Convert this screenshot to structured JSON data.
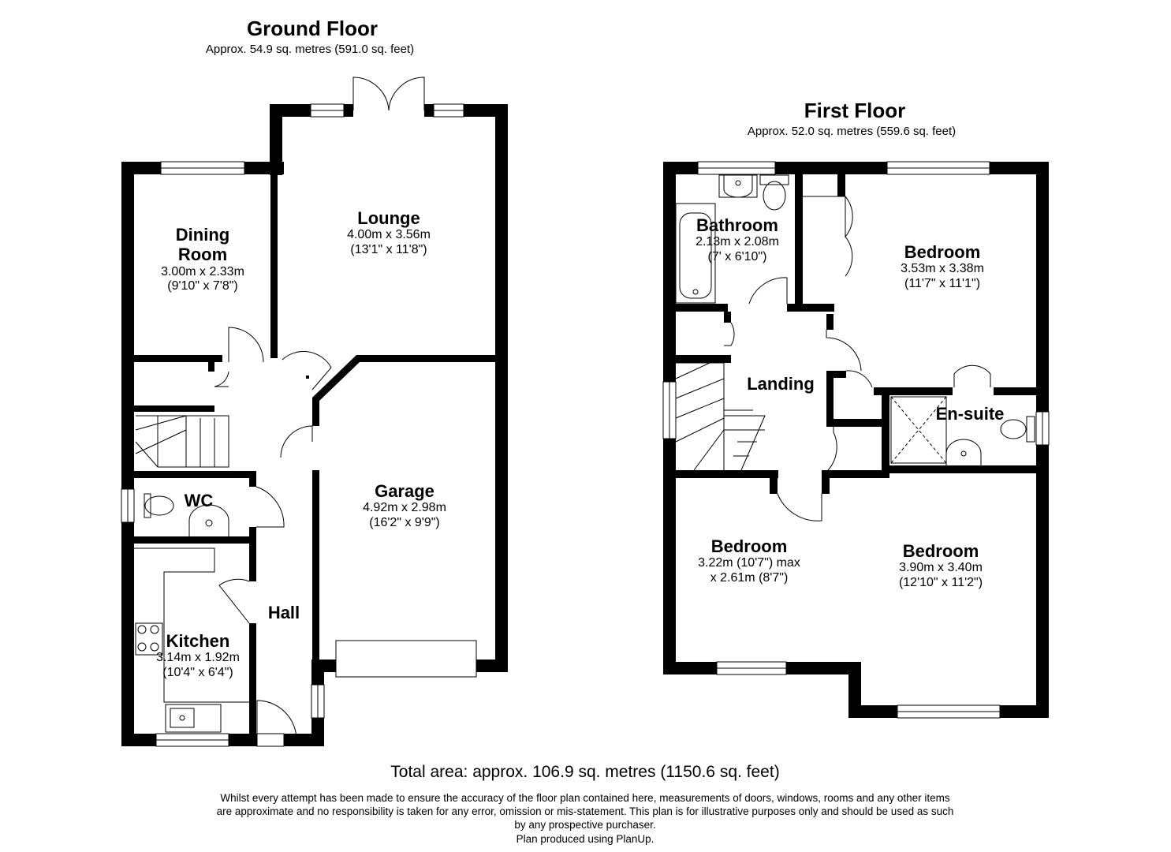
{
  "ground_floor": {
    "title": "Ground Floor",
    "area": "Approx. 54.9 sq. metres (591.0 sq. feet)",
    "rooms": {
      "dining": {
        "name_line1": "Dining",
        "name_line2": "Room",
        "dim_metric": "3.00m x 2.33m",
        "dim_imperial": "(9'10\" x 7'8\")"
      },
      "lounge": {
        "name": "Lounge",
        "dim_metric": "4.00m x 3.56m",
        "dim_imperial": "(13'1\" x 11'8\")"
      },
      "garage": {
        "name": "Garage",
        "dim_metric": "4.92m x 2.98m",
        "dim_imperial": "(16'2\" x 9'9\")"
      },
      "wc": {
        "name": "WC"
      },
      "hall": {
        "name": "Hall"
      },
      "kitchen": {
        "name": "Kitchen",
        "dim_metric": "3.14m x 1.92m",
        "dim_imperial": "(10'4\" x 6'4\")"
      }
    }
  },
  "first_floor": {
    "title": "First Floor",
    "area": "Approx. 52.0 sq. metres (559.6 sq. feet)",
    "rooms": {
      "bathroom": {
        "name": "Bathroom",
        "dim_metric": "2.13m x 2.08m",
        "dim_imperial": "(7' x 6'10\")"
      },
      "bedroom1": {
        "name": "Bedroom",
        "dim_metric": "3.53m x 3.38m",
        "dim_imperial": "(11'7\" x 11'1\")"
      },
      "landing": {
        "name": "Landing"
      },
      "ensuite": {
        "name": "En-suite"
      },
      "bedroom2": {
        "name": "Bedroom",
        "dim_line1": "3.22m (10'7\") max",
        "dim_line2": "x 2.61m (8'7\")"
      },
      "bedroom3": {
        "name": "Bedroom",
        "dim_metric": "3.90m x 3.40m",
        "dim_imperial": "(12'10\" x 11'2\")"
      }
    }
  },
  "footer": {
    "total_area": "Total area: approx. 106.9 sq. metres (1150.6 sq. feet)",
    "disclaimer": "Whilst every attempt has been made to ensure the accuracy of the floor plan contained here, measurements of doors, windows, rooms and any other items are approximate and no responsibility is taken for any error, omission or mis-statement. This plan is for illustrative purposes only and should be used as such by any prospective purchaser.",
    "produced_by": "Plan produced using PlanUp."
  }
}
